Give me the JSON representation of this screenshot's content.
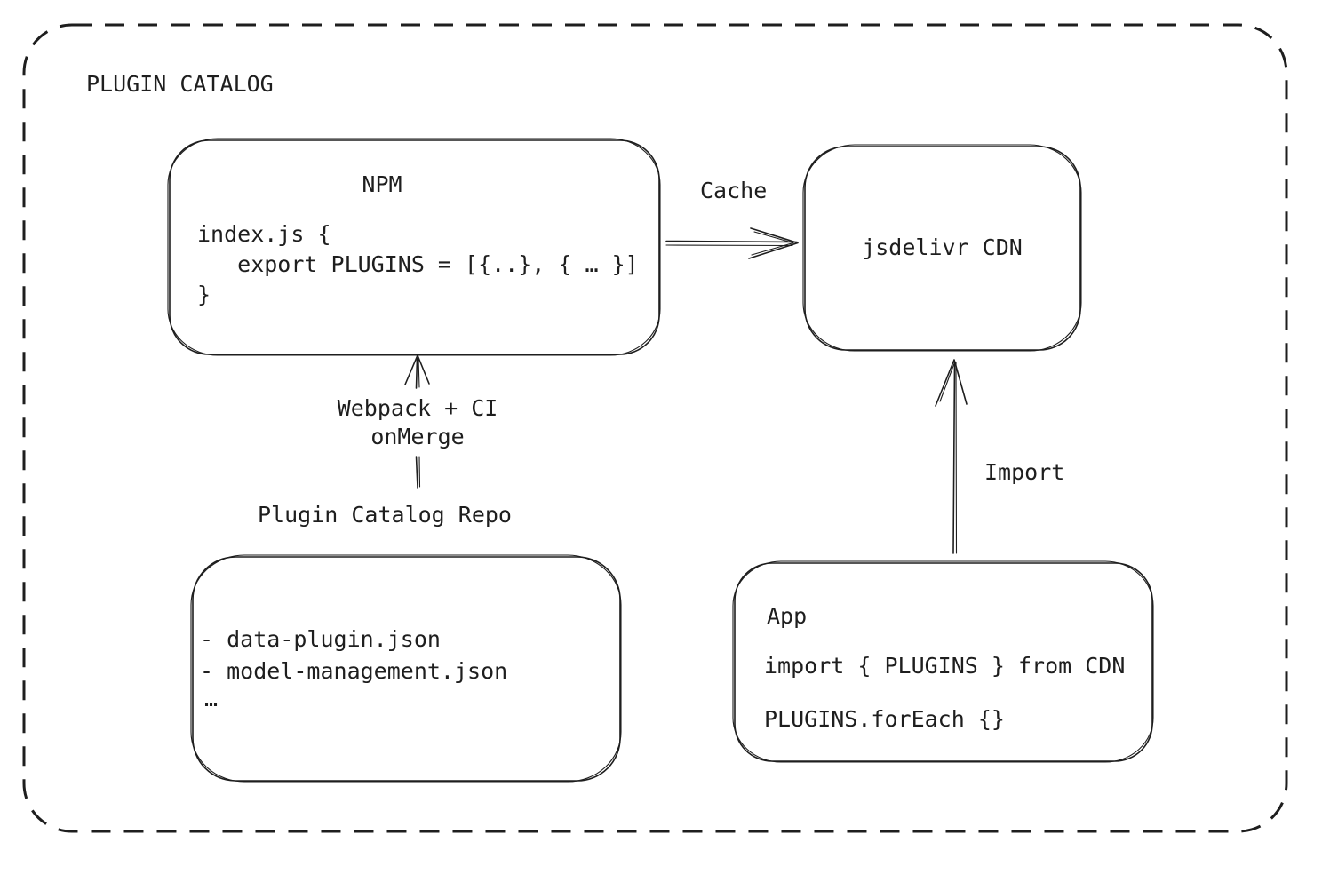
{
  "diagram": {
    "title": "PLUGIN CATALOG",
    "npm_box": {
      "title": "NPM",
      "code_line1": "index.js {",
      "code_line2": "   export PLUGINS = [{..}, { … }]",
      "code_line3": "}"
    },
    "cdn_box": {
      "title": "jsdelivr CDN"
    },
    "repo_box": {
      "title": "Plugin Catalog Repo",
      "files": [
        "- data-plugin.json",
        "- model-management.json",
        "…"
      ]
    },
    "app_box": {
      "title": "App",
      "code_line1": "import { PLUGINS } from CDN",
      "code_line2": "PLUGINS.forEach {}"
    },
    "arrows": {
      "cache_label": "Cache",
      "build_label_line1": "Webpack + CI",
      "build_label_line2": "onMerge",
      "import_label": "Import"
    },
    "colors": {
      "stroke": "#1e1e1e",
      "background": "#ffffff"
    }
  }
}
